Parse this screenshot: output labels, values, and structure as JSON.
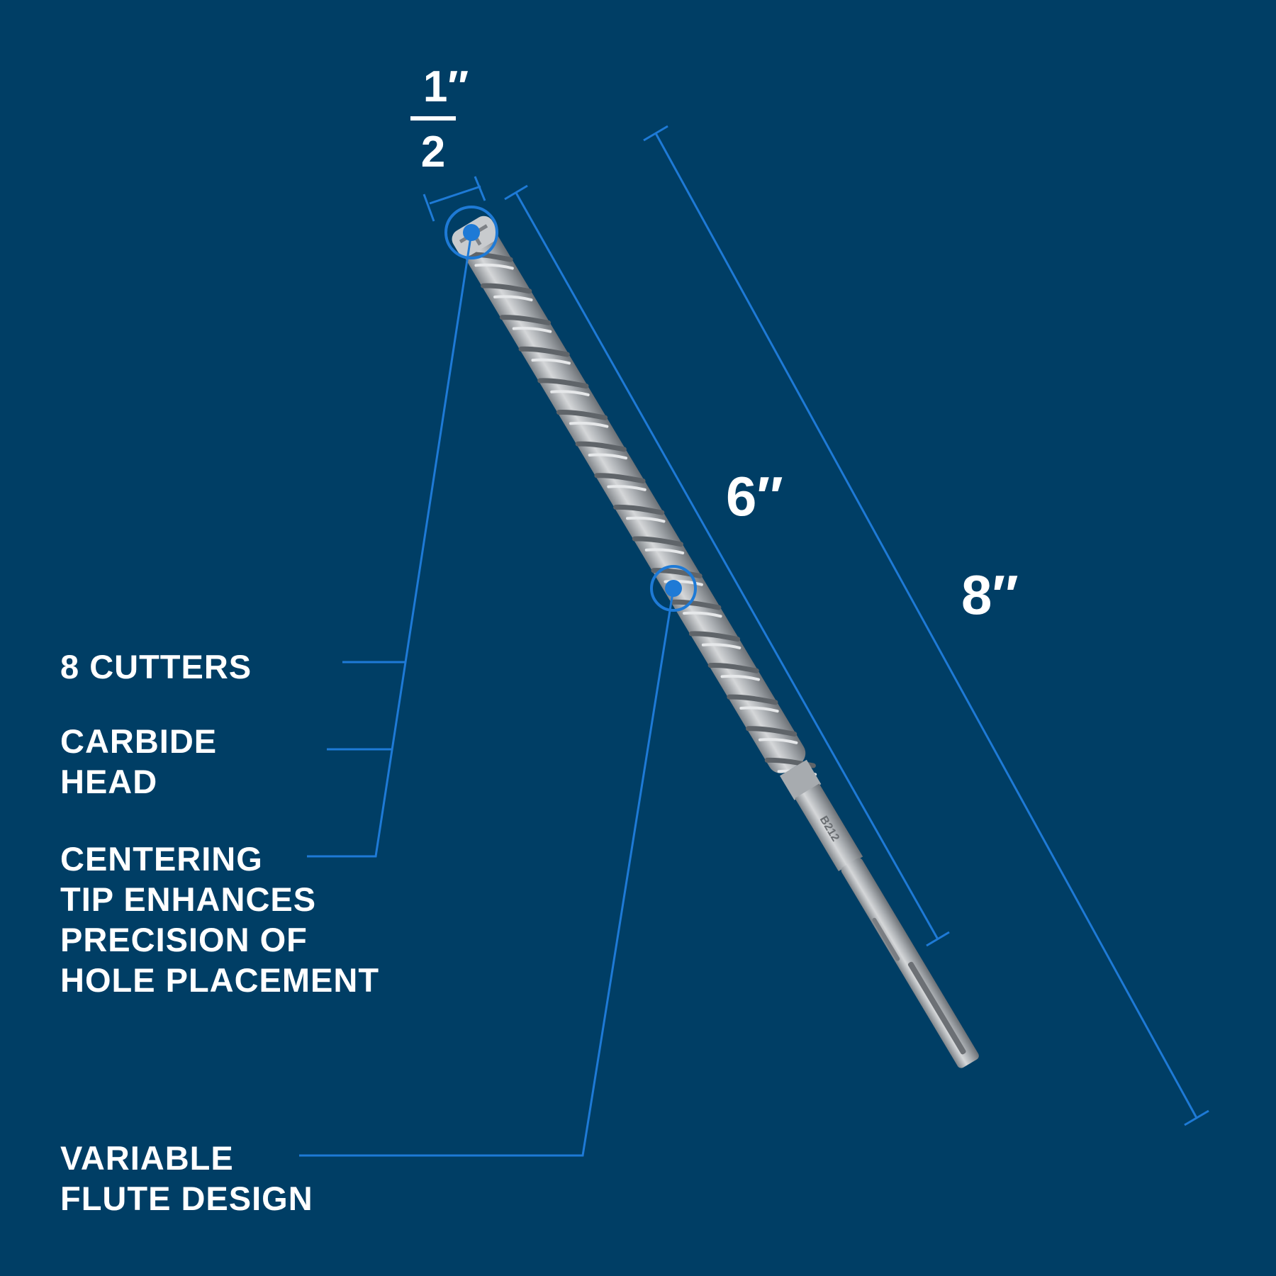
{
  "colors": {
    "background": "#003e65",
    "accent": "#1e7ad6",
    "text": "#ffffff",
    "bit_steel": "#b9bcbf"
  },
  "diameter": {
    "numerator": "1″",
    "denominator": "2"
  },
  "working_length": "6″",
  "overall_length": "8″",
  "bit_marking": "B212",
  "features": [
    {
      "lines": [
        "8 CUTTERS"
      ]
    },
    {
      "lines": [
        "CARBIDE",
        "HEAD"
      ]
    },
    {
      "lines": [
        "CENTERING",
        "TIP ENHANCES",
        "PRECISION OF",
        "HOLE PLACEMENT"
      ]
    },
    {
      "lines": [
        "VARIABLE",
        "FLUTE DESIGN"
      ]
    }
  ]
}
